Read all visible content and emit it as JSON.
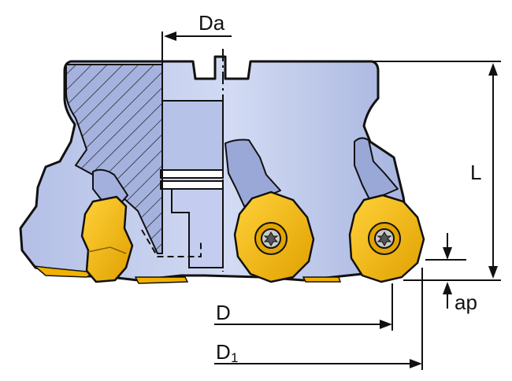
{
  "labels": {
    "da": "Da",
    "l": "L",
    "d": "D",
    "d1_main": "D",
    "d1_sub": "1",
    "ap": "ap"
  },
  "colors": {
    "body_light": "#c9d3ef",
    "body_mid": "#a9b6e0",
    "body_dark": "#8894c6",
    "outline": "#111111",
    "insert": "#f4b800",
    "insert_dark": "#c88f00",
    "screw": "#b8b8b8"
  }
}
